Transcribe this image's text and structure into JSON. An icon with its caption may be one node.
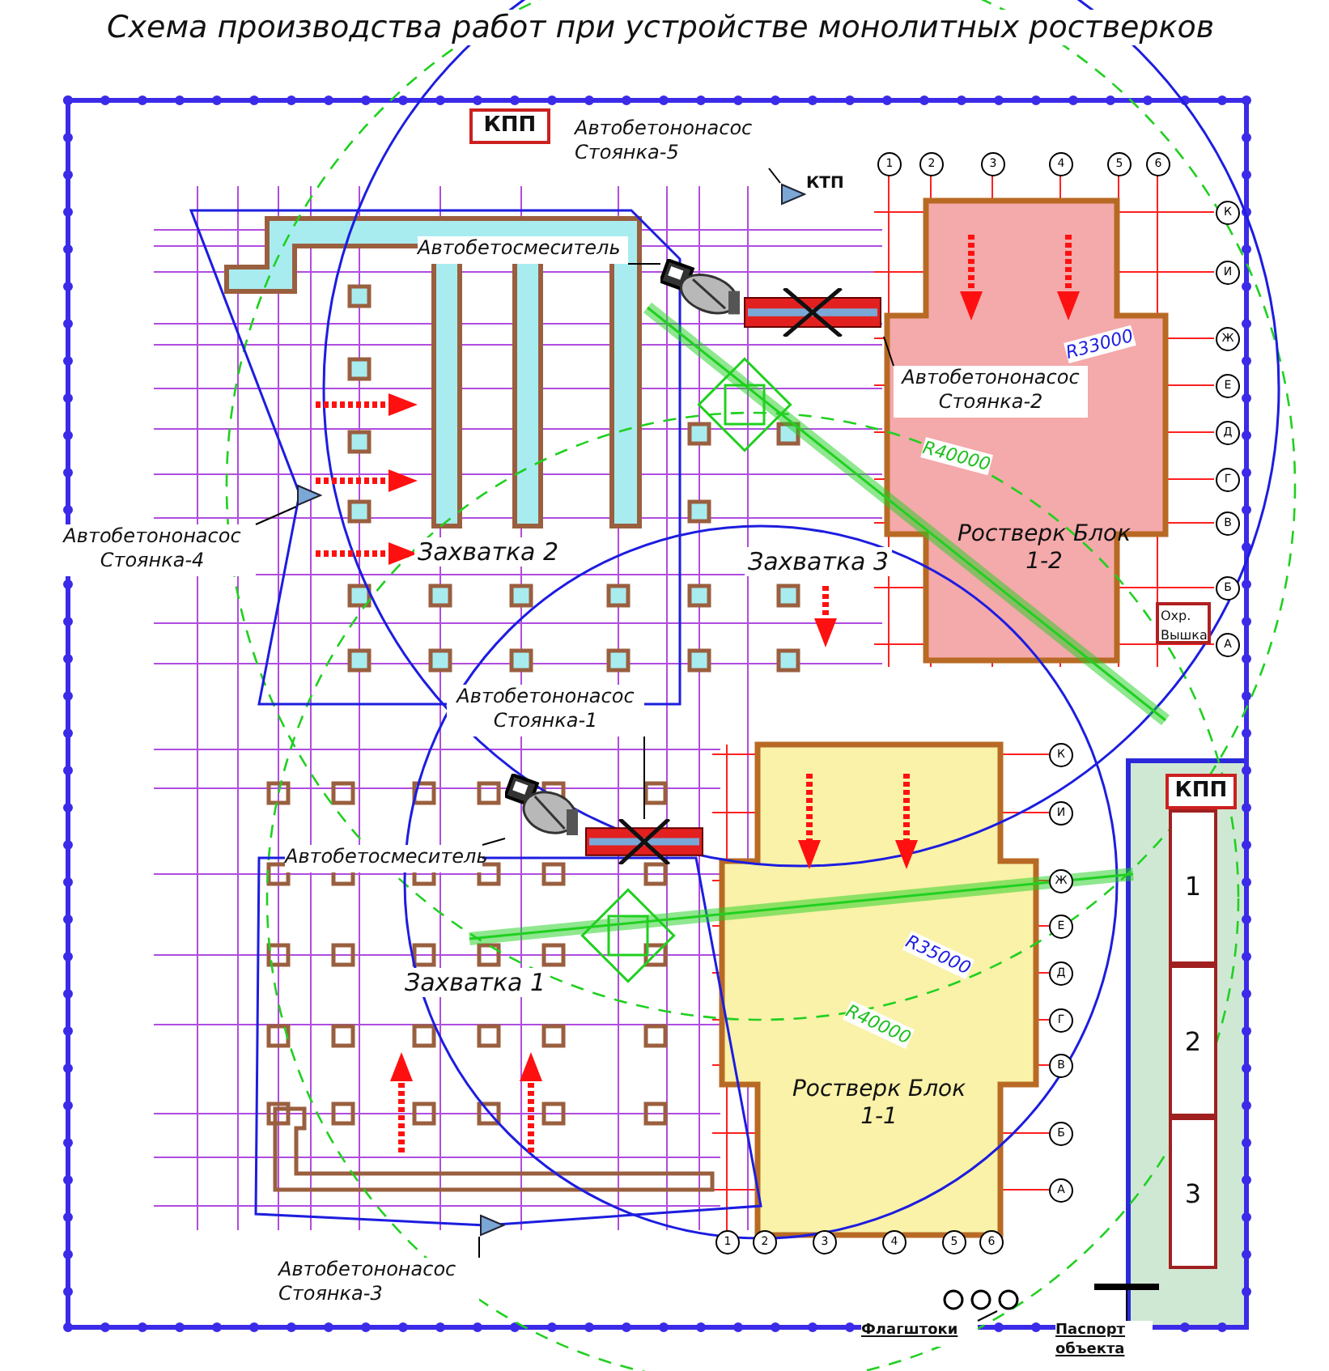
{
  "diagram": {
    "title": "Схема производства работ при устройстве монолитных ростверков",
    "nodes": [
      {
        "text": [
          "КПП"
        ]
      },
      {
        "text": [
          "Автобетононасос Стоянка-5"
        ]
      },
      {
        "text": [],
        "shape": "triangle"
      },
      {
        "text": [
          "Автобетосмеситель"
        ]
      },
      {
        "text": [],
        "shape": "picture"
      },
      {
        "text": [],
        "shape": "picture"
      },
      {
        "text": [
          "Ростверк Блок 1-2"
        ]
      },
      {
        "text": [
          "Автобетононасос Стоянка-2"
        ]
      },
      {
        "text": [
          "Автобетононасос Стоянка-4"
        ]
      },
      {
        "text": [],
        "shape": "triangle"
      },
      {
        "text": [
          "Охр. Вышка"
        ]
      },
      {
        "text": [
          "Автобетононасос Стоянка-1"
        ]
      },
      {
        "text": [
          "КПП"
        ]
      },
      {
        "text": [
          "1"
        ]
      },
      {
        "text": [],
        "shape": "picture"
      },
      {
        "text": [],
        "shape": "picture"
      },
      {
        "text": [
          "Автобетосмеситель"
        ]
      },
      {
        "text": [
          "2"
        ]
      },
      {
        "text": [
          "Ростверк Блок 1-1"
        ]
      },
      {
        "text": [
          "3"
        ]
      },
      {
        "text": [
          "Автобетононасос Стоянка-3"
        ]
      },
      {
        "text": [],
        "shape": "triangle"
      },
      {
        "text": [],
        "shape": "circle"
      },
      {
        "text": [],
        "shape": "circle"
      },
      {
        "text": [],
        "shape": "circle"
      },
      {
        "text": [
          "Флагштоки"
        ]
      },
      {
        "text": [
          "Паспорт объекта"
        ]
      },
      {
        "text": [],
        "shape": "bar"
      }
    ],
    "edges": [
      {
        "from": 1,
        "to": 2,
        "arrow": "none"
      },
      {
        "from": 3,
        "to": 4,
        "arrow": "none"
      },
      {
        "from": 7,
        "to": 5,
        "arrow": "none"
      },
      {
        "from": 8,
        "to": 9,
        "arrow": "none"
      },
      {
        "from": 11,
        "to": 14,
        "arrow": "none"
      },
      {
        "from": 16,
        "to": 15,
        "arrow": "none"
      },
      {
        "from": 20,
        "to": 21,
        "arrow": "none"
      },
      {
        "from": 25,
        "to": 24,
        "arrow": "none"
      },
      {
        "from": 26,
        "to": 27,
        "arrow": "none"
      }
    ],
    "labels": [
      "КТП",
      "1",
      "2",
      "3",
      "4",
      "5",
      "6",
      "К",
      "И",
      "Ж",
      "Е",
      "Д",
      "Г",
      "В",
      "Б",
      "А",
      "R33000",
      "R40000",
      "Захватка 2",
      "Захватка 3",
      "К",
      "И",
      "Ж",
      "Е",
      "Д",
      "Г",
      "В",
      "Б",
      "А",
      "R35000",
      "Захватка 1",
      "R40000",
      "1",
      "2",
      "3",
      "4",
      "5",
      "6"
    ]
  }
}
